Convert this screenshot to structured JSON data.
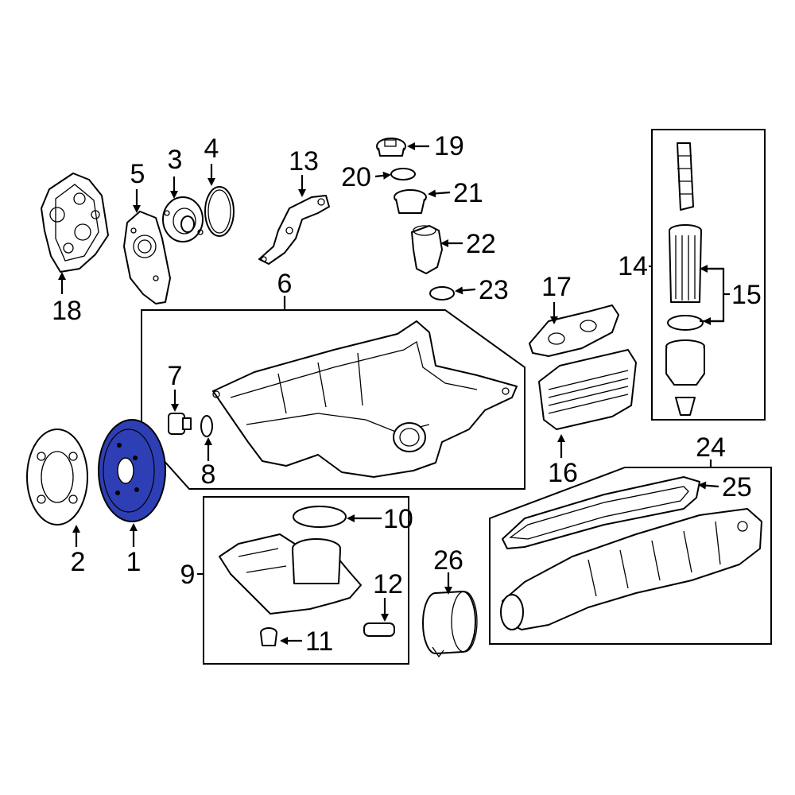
{
  "diagram": {
    "highlight_color": "#2e3fb5",
    "callouts": [
      {
        "id": "1",
        "label": "1"
      },
      {
        "id": "2",
        "label": "2"
      },
      {
        "id": "3",
        "label": "3"
      },
      {
        "id": "4",
        "label": "4"
      },
      {
        "id": "5",
        "label": "5"
      },
      {
        "id": "6",
        "label": "6"
      },
      {
        "id": "7",
        "label": "7"
      },
      {
        "id": "8",
        "label": "8"
      },
      {
        "id": "9",
        "label": "9"
      },
      {
        "id": "10",
        "label": "10"
      },
      {
        "id": "11",
        "label": "11"
      },
      {
        "id": "12",
        "label": "12"
      },
      {
        "id": "13",
        "label": "13"
      },
      {
        "id": "14",
        "label": "14"
      },
      {
        "id": "15",
        "label": "15"
      },
      {
        "id": "16",
        "label": "16"
      },
      {
        "id": "17",
        "label": "17"
      },
      {
        "id": "18",
        "label": "18"
      },
      {
        "id": "19",
        "label": "19"
      },
      {
        "id": "20",
        "label": "20"
      },
      {
        "id": "21",
        "label": "21"
      },
      {
        "id": "22",
        "label": "22"
      },
      {
        "id": "23",
        "label": "23"
      },
      {
        "id": "24",
        "label": "24"
      },
      {
        "id": "25",
        "label": "25"
      },
      {
        "id": "26",
        "label": "26"
      }
    ]
  }
}
